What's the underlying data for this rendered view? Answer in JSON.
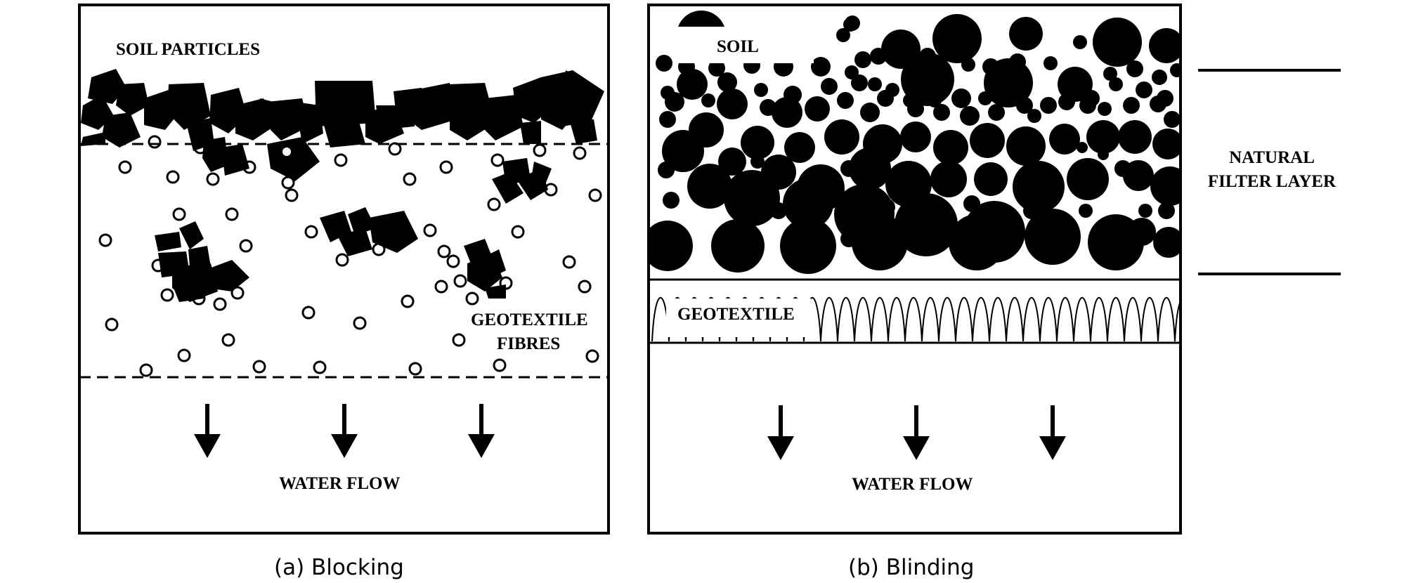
{
  "panel_a": {
    "soil_label": "SOIL PARTICLES",
    "fibres_label_line1": "GEOTEXTILE",
    "fibres_label_line2": "FIBRES",
    "flow_label": "WATER FLOW",
    "caption": "(a)  Blocking"
  },
  "panel_b": {
    "soil_label": "SOIL",
    "geotextile_label": "GEOTEXTILE",
    "flow_label": "WATER FLOW",
    "layer_label_line1": "NATURAL",
    "layer_label_line2": "FILTER LAYER",
    "caption": "(b)  Blinding"
  },
  "colors": {
    "ink": "#000000",
    "paper": "#ffffff"
  }
}
